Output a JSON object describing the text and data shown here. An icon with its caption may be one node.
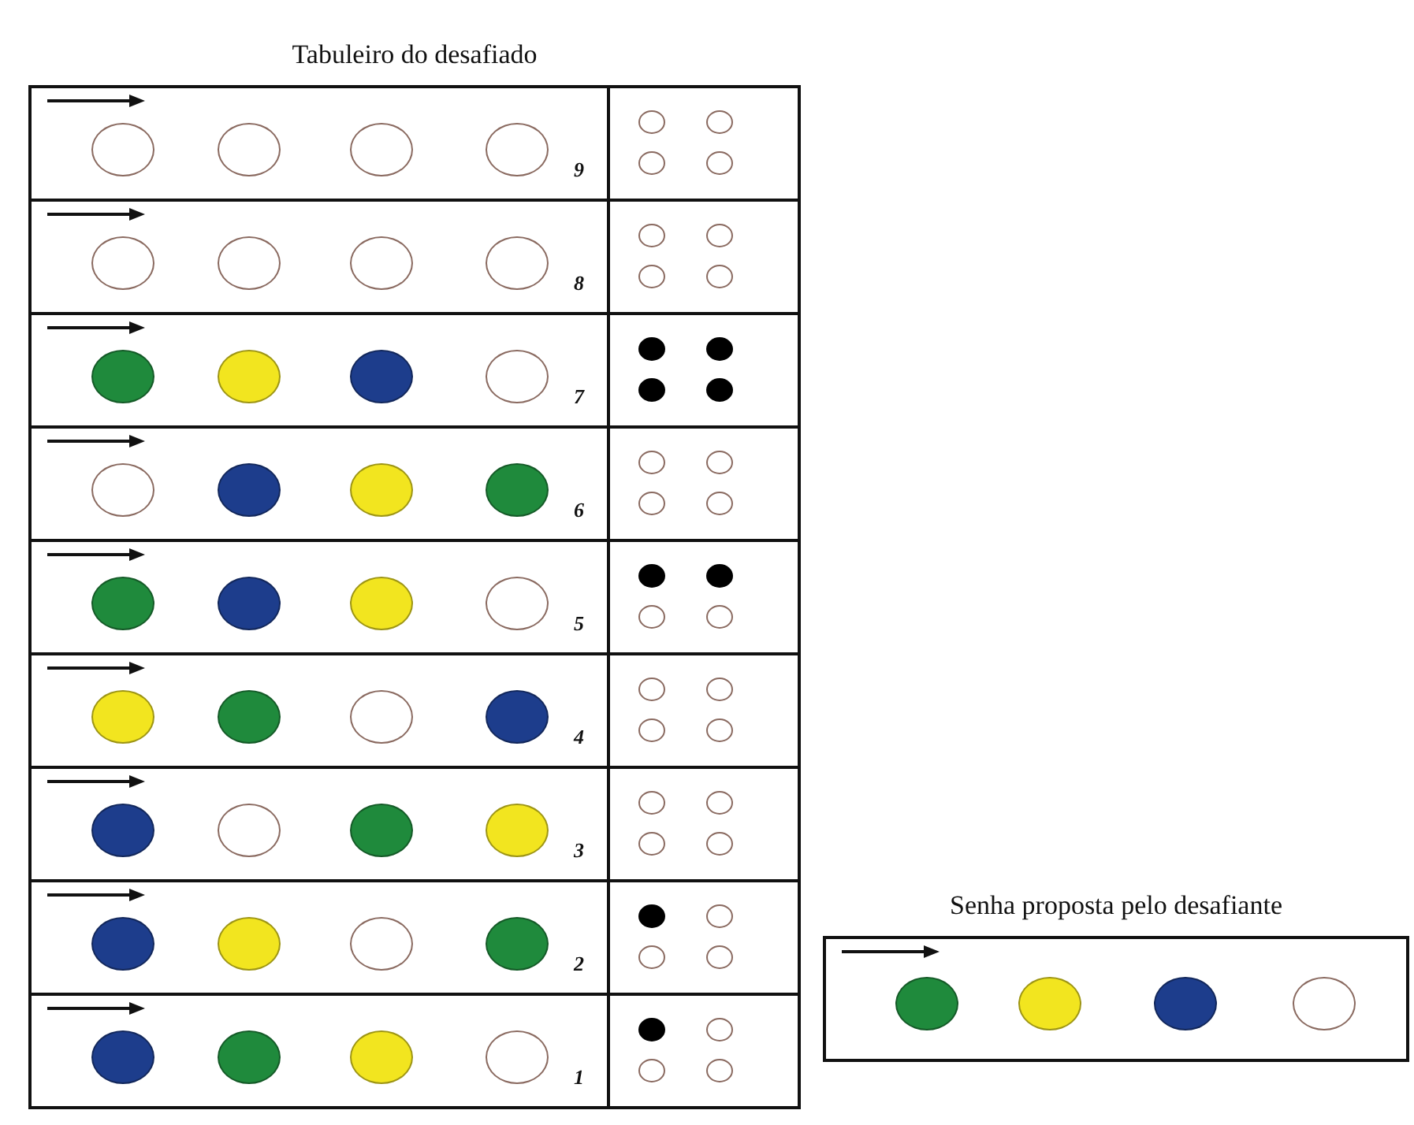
{
  "diagram": {
    "nodes": [
      {
        "text": [
          "Tabuleiro do desafiado"
        ]
      },
      {
        "text": [
          "9"
        ],
        "in": 0
      },
      {
        "text": [],
        "shape": "circle",
        "in": 1
      },
      {
        "text": [],
        "shape": "circle",
        "in": 1
      },
      {
        "text": [],
        "shape": "circle",
        "in": 1
      },
      {
        "text": [],
        "shape": "circle",
        "in": 1
      },
      {
        "text": [],
        "shape": "circle",
        "in": 1
      },
      {
        "text": [],
        "shape": "circle",
        "in": 1
      },
      {
        "text": [],
        "shape": "circle",
        "in": 1
      },
      {
        "text": [],
        "shape": "circle",
        "in": 1
      },
      {
        "text": [
          "8"
        ],
        "in": 0
      },
      {
        "text": [],
        "shape": "circle",
        "in": 10
      },
      {
        "text": [],
        "shape": "circle",
        "in": 10
      },
      {
        "text": [],
        "shape": "circle",
        "in": 10
      },
      {
        "text": [],
        "shape": "circle",
        "in": 10
      },
      {
        "text": [],
        "shape": "circle",
        "in": 10
      },
      {
        "text": [],
        "shape": "circle",
        "in": 10
      },
      {
        "text": [],
        "shape": "circle",
        "in": 10
      },
      {
        "text": [],
        "shape": "circle",
        "in": 10
      },
      {
        "text": [
          "7"
        ],
        "in": 0
      },
      {
        "text": [],
        "shape": "circle",
        "in": 19
      },
      {
        "text": [],
        "shape": "circle",
        "in": 19
      },
      {
        "text": [],
        "shape": "circle",
        "in": 19
      },
      {
        "text": [],
        "shape": "circle",
        "in": 19
      },
      {
        "text": [],
        "shape": "circle",
        "in": 19
      },
      {
        "text": [],
        "shape": "circle",
        "in": 19
      },
      {
        "text": [],
        "shape": "circle",
        "in": 19
      },
      {
        "text": [],
        "shape": "circle",
        "in": 19
      },
      {
        "text": [
          "6"
        ],
        "in": 0
      },
      {
        "text": [],
        "shape": "circle",
        "in": 28
      },
      {
        "text": [],
        "shape": "circle",
        "in": 28
      },
      {
        "text": [],
        "shape": "circle",
        "in": 28
      },
      {
        "text": [],
        "shape": "circle",
        "in": 28
      },
      {
        "text": [],
        "shape": "circle",
        "in": 28
      },
      {
        "text": [],
        "shape": "circle",
        "in": 28
      },
      {
        "text": [],
        "shape": "circle",
        "in": 28
      },
      {
        "text": [],
        "shape": "circle",
        "in": 28
      },
      {
        "text": [
          "5"
        ],
        "in": 0
      },
      {
        "text": [],
        "shape": "circle",
        "in": 37
      },
      {
        "text": [],
        "shape": "circle",
        "in": 37
      },
      {
        "text": [],
        "shape": "circle",
        "in": 37
      },
      {
        "text": [],
        "shape": "circle",
        "in": 37
      },
      {
        "text": [],
        "shape": "circle",
        "in": 37
      },
      {
        "text": [],
        "shape": "circle",
        "in": 37
      },
      {
        "text": [],
        "shape": "circle",
        "in": 37
      },
      {
        "text": [],
        "shape": "circle",
        "in": 37
      },
      {
        "text": [
          "4"
        ],
        "in": 0
      },
      {
        "text": [],
        "shape": "circle",
        "in": 46
      },
      {
        "text": [],
        "shape": "circle",
        "in": 46
      },
      {
        "text": [],
        "shape": "circle",
        "in": 46
      },
      {
        "text": [],
        "shape": "circle",
        "in": 46
      },
      {
        "text": [],
        "shape": "circle",
        "in": 46
      },
      {
        "text": [],
        "shape": "circle",
        "in": 46
      },
      {
        "text": [],
        "shape": "circle",
        "in": 46
      },
      {
        "text": [],
        "shape": "circle",
        "in": 46
      },
      {
        "text": [
          "3"
        ],
        "in": 0
      },
      {
        "text": [],
        "shape": "circle",
        "in": 55
      },
      {
        "text": [],
        "shape": "circle",
        "in": 55
      },
      {
        "text": [],
        "shape": "circle",
        "in": 55
      },
      {
        "text": [],
        "shape": "circle",
        "in": 55
      },
      {
        "text": [],
        "shape": "circle",
        "in": 55
      },
      {
        "text": [],
        "shape": "circle",
        "in": 55
      },
      {
        "text": [],
        "shape": "circle",
        "in": 55
      },
      {
        "text": [],
        "shape": "circle",
        "in": 55
      },
      {
        "text": [
          "2"
        ],
        "in": 0
      },
      {
        "text": [],
        "shape": "circle",
        "in": 64
      },
      {
        "text": [],
        "shape": "circle",
        "in": 64
      },
      {
        "text": [],
        "shape": "circle",
        "in": 64
      },
      {
        "text": [],
        "shape": "circle",
        "in": 64
      },
      {
        "text": [],
        "shape": "circle",
        "in": 64
      },
      {
        "text": [],
        "shape": "circle",
        "in": 64
      },
      {
        "text": [],
        "shape": "circle",
        "in": 64
      },
      {
        "text": [],
        "shape": "circle",
        "in": 64
      },
      {
        "text": [
          "1"
        ],
        "in": 0
      },
      {
        "text": [],
        "shape": "circle",
        "in": 73
      },
      {
        "text": [],
        "shape": "circle",
        "in": 73
      },
      {
        "text": [],
        "shape": "circle",
        "in": 73
      },
      {
        "text": [],
        "shape": "circle",
        "in": 73
      },
      {
        "text": [],
        "shape": "circle",
        "in": 73
      },
      {
        "text": [],
        "shape": "circle",
        "in": 73
      },
      {
        "text": [],
        "shape": "circle",
        "in": 73
      },
      {
        "text": [],
        "shape": "circle",
        "in": 73
      },
      {
        "text": [
          "Senha proposta pelo desafiante"
        ]
      },
      {
        "text": [],
        "shape": "circle",
        "in": 82
      },
      {
        "text": [],
        "shape": "circle",
        "in": 82
      },
      {
        "text": [],
        "shape": "circle",
        "in": 82
      },
      {
        "text": [],
        "shape": "circle",
        "in": 82
      }
    ]
  }
}
